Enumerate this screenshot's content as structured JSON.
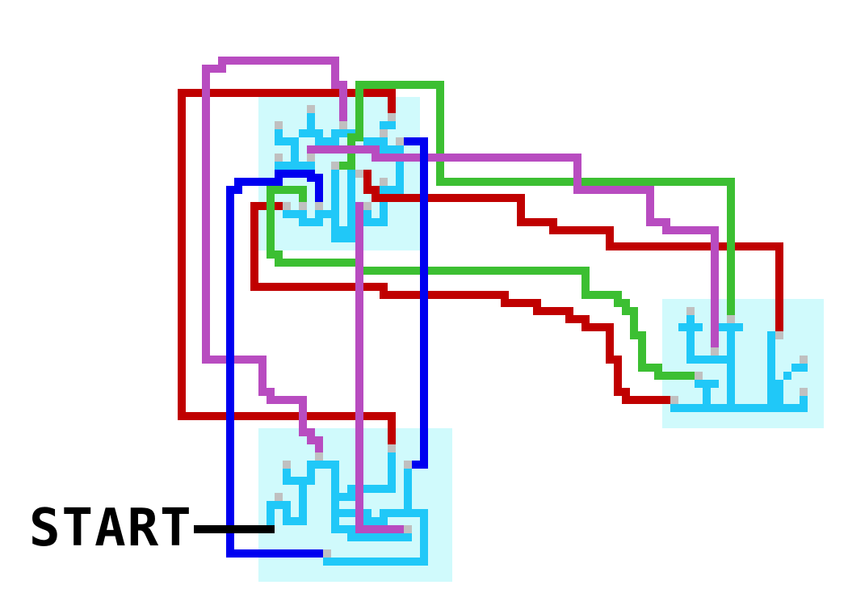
{
  "start_label": "START",
  "colors": {
    "background": "#ffffff",
    "room": "#d0fafc",
    "circuit": "#20c8f8",
    "pad": "#c0c0c0",
    "wire_red": "#c00000",
    "wire_green": "#3cbf32",
    "wire_purple": "#b84cc0",
    "wire_blue": "#0000f0",
    "start_line": "#000000"
  },
  "wires": [
    {
      "color": "wire_red"
    },
    {
      "color": "wire_red"
    },
    {
      "color": "wire_red"
    },
    {
      "color": "wire_green"
    },
    {
      "color": "wire_green"
    },
    {
      "color": "wire_purple"
    },
    {
      "color": "wire_purple"
    },
    {
      "color": "wire_purple"
    },
    {
      "color": "wire_blue"
    },
    {
      "color": "wire_blue"
    }
  ]
}
